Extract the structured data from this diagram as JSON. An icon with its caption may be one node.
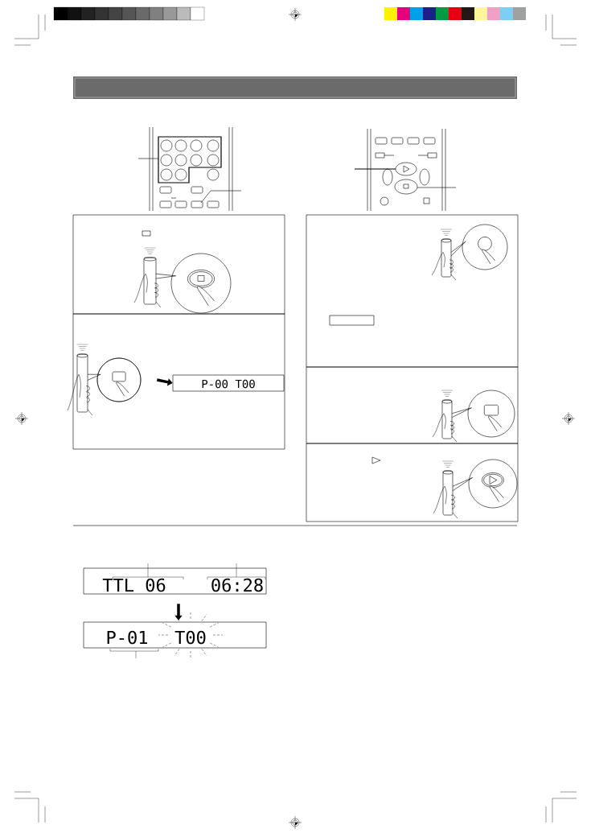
{
  "diagram": {
    "nodes": [
      {
        "text": [],
        "shape": "picture"
      },
      {
        "text": [
          "P-00 T00"
        ]
      },
      {
        "text": [
          "TTL 06",
          "06:28"
        ]
      },
      {
        "text": [
          "P-01",
          "T00"
        ]
      }
    ],
    "edges": [
      {
        "from": 0,
        "to": 1,
        "arrow": "to"
      },
      {
        "from": 2,
        "to": 3,
        "arrow": "to"
      }
    ]
  }
}
